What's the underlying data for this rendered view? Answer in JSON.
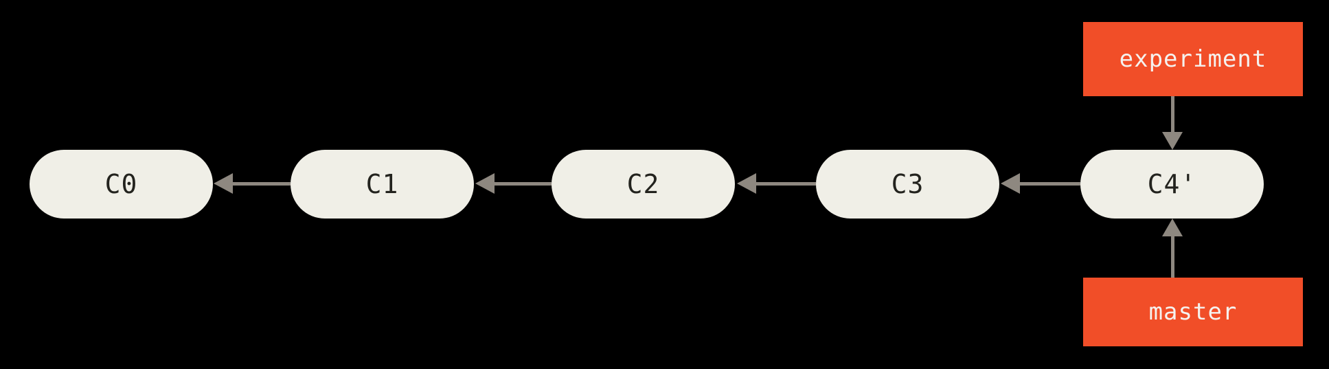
{
  "diagram": {
    "commits": [
      {
        "label": "C0"
      },
      {
        "label": "C1"
      },
      {
        "label": "C2"
      },
      {
        "label": "C3"
      },
      {
        "label": "C4'"
      }
    ],
    "branches": {
      "experiment": {
        "label": "experiment"
      },
      "master": {
        "label": "master"
      }
    },
    "colors": {
      "background": "#000000",
      "commit_fill": "#f0efe7",
      "commit_text": "#23231e",
      "arrow": "#8e8880",
      "branch_fill": "#f14e28",
      "branch_text": "#f5f2ef"
    }
  }
}
